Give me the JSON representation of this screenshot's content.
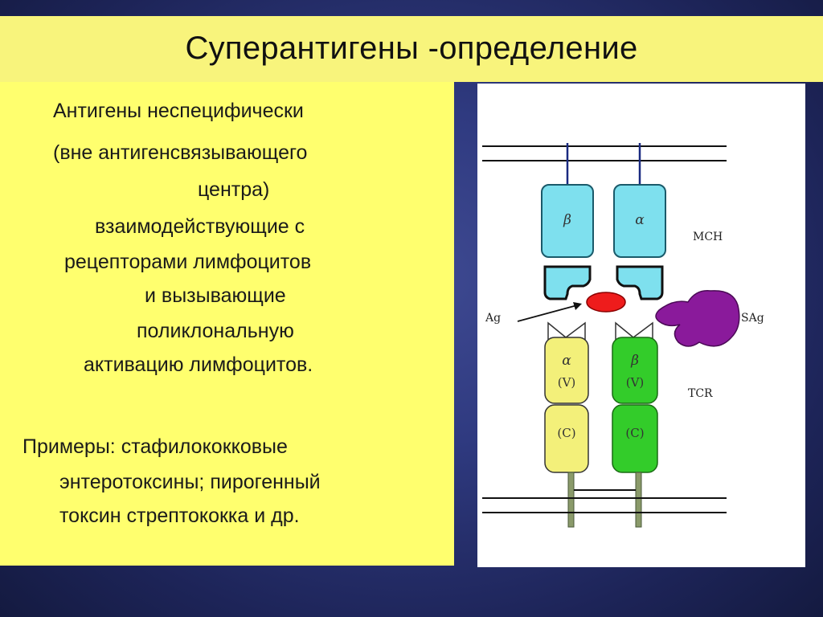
{
  "slide": {
    "title": "Суперантигены -определение",
    "definition_lines": [
      "Антигены  неспецифически",
      "(вне антигенсвязывающего",
      "центра)",
      "взаимодействующие  с",
      "рецепторами лимфоцитов",
      "и вызывающие",
      "поликлональную",
      "активацию лимфоцитов."
    ],
    "examples_lines": [
      "Примеры: стафилококковые",
      "энтеротоксины; пирогенный",
      "токсин стрептококка и др."
    ]
  },
  "diagram": {
    "mhc_label": "MCH",
    "ag_label": "Ag",
    "sag_label": "SAg",
    "tcr_label": "TCR",
    "mhc_beta": "β",
    "mhc_alpha": "α",
    "tcr_alpha": "α",
    "tcr_beta": "β",
    "v_domain": "(V)",
    "c_domain": "(C)",
    "colors": {
      "mhc": "#7ee0ee",
      "tcr_alpha": "#f3f07a",
      "tcr_beta": "#33cc2a",
      "antigen": "#ee1c1c",
      "superantigen": "#8a1a9b",
      "stalk": "#8a9a6a"
    }
  }
}
